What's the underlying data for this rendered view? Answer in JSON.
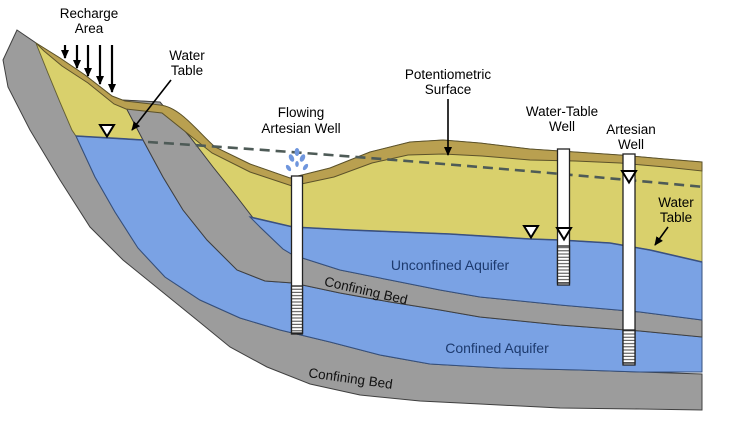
{
  "figure": {
    "type": "hydrogeologic cross-section",
    "annotations": {
      "recharge_area": {
        "line1": "Recharge",
        "line2": "Area"
      },
      "water_table_left": {
        "line1": "Water",
        "line2": "Table"
      },
      "flowing_artesian_well": {
        "line1": "Flowing",
        "line2": "Artesian Well"
      },
      "potentiometric_surface": {
        "line1": "Potentiometric",
        "line2": "Surface"
      },
      "water_table_well": {
        "line1": "Water-Table",
        "line2": "Well"
      },
      "artesian_well": {
        "line1": "Artesian",
        "line2": "Well"
      },
      "water_table_right": {
        "line1": "Water",
        "line2": "Table"
      }
    },
    "layers": {
      "unconfined_aquifer": "Unconfined Aquifer",
      "confining_bed_upper": "Confining Bed",
      "confined_aquifer": "Confined Aquifer",
      "confining_bed_lower": "Confining Bed"
    },
    "colors": {
      "background": "#ffffff",
      "unsaturated_zone_yellow": "#d9d06c",
      "soil_crust_tan": "#b9a050",
      "aquifer_blue": "#7aa2e4",
      "confining_bed_gray": "#9c9c9c",
      "water_table_line": "#3a5080",
      "potentiometric_dash": "#4e5b57",
      "outline": "#3f3f3f",
      "annotation_text": "#000000",
      "aquifer_label_text": "#1d3a6e",
      "fountain_droplet": "#6f96dd",
      "well_pipe_fill": "#ffffff"
    }
  }
}
